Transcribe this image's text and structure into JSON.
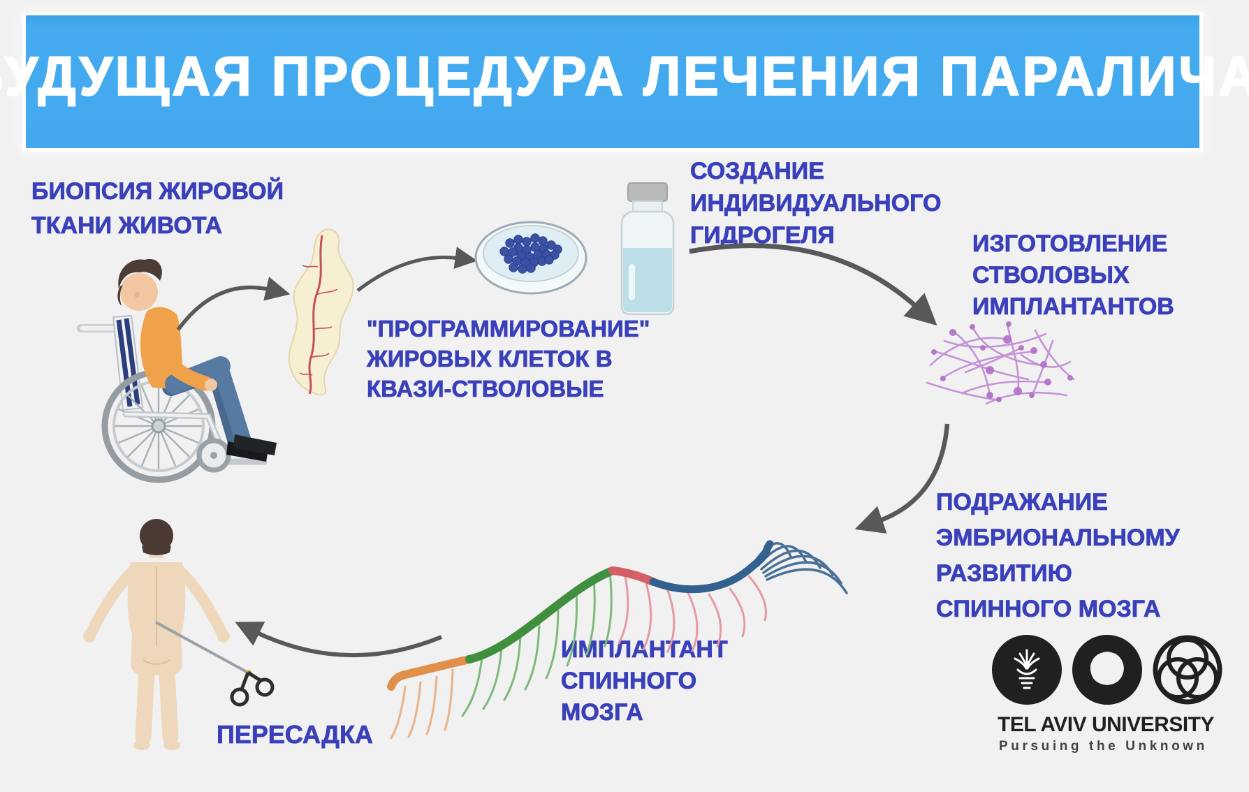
{
  "title": {
    "text": "БУДУЩАЯ ПРОЦЕДУРА ЛЕЧЕНИЯ ПАРАЛИЧА"
  },
  "steps": {
    "biopsy": {
      "label": "БИОПСИЯ ЖИРОВОЙ\nТКАНИ ЖИВОТА",
      "icon": "wheelchair-patient-illustration"
    },
    "programming": {
      "label": "\"ПРОГРАММИРОВАНИЕ\"\nЖИРОВЫХ КЛЕТОК В\nКВАЗИ-СТВОЛОВЫЕ",
      "icon": "petri-dish-illustration"
    },
    "hydrogel": {
      "label": "СОЗДАНИЕ\nИНДИВИДУАЛЬНОГО\nГИДРОГЕЛЯ",
      "icon": "hydrogel-bottle-illustration"
    },
    "implants": {
      "label": "ИЗГОТОВЛЕНИЕ\nСТВОЛОВЫХ\nИМПЛАНТАНТОВ",
      "icon": "stem-cell-network-illustration"
    },
    "mimicry": {
      "label": "ПОДРАЖАНИЕ\nЭМБРИОНАЛЬНОМУ\nРАЗВИТИЮ\nСПИННОГО МОЗГА",
      "icon": "curved-arrow-icon"
    },
    "implant": {
      "label": "ИМПЛАНТАНТ\nСПИННОГО\nМОЗГА",
      "icon": "spinal-implant-illustration"
    },
    "transplant": {
      "label": "ПЕРЕСАДКА",
      "icon": "body-surgery-illustration"
    }
  },
  "logo": {
    "name": "TEL AVIV UNIVERSITY",
    "tagline": "Pursuing the Unknown"
  },
  "colors": {
    "background": "#f1f1f2",
    "banner_blue": "#43a8ee",
    "label_blue": "#3a40b9",
    "arrow_gray": "#57585a",
    "fat_tissue": "#f7efd2",
    "vein_red": "#c44f5e",
    "cells_blue": "#3b51a5",
    "liquid_blue": "#bcdfe7",
    "neural_purple": "#c18ad5",
    "implant_orange": "#e0904a",
    "implant_green": "#3f8f3f",
    "implant_red": "#d45f66",
    "implant_blue": "#33618f",
    "skin": "#eed7ba",
    "logo_black": "#221f20"
  }
}
